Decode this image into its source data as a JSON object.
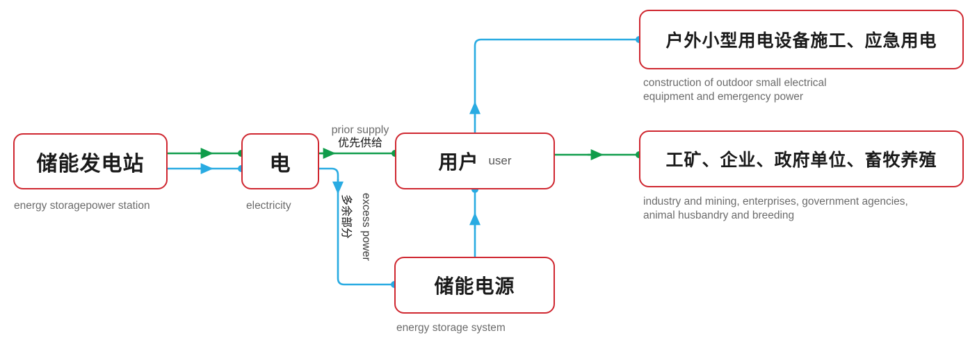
{
  "colors": {
    "box_border": "#cf262f",
    "flow_primary": "#0f9c4a",
    "flow_secondary": "#29abe2",
    "caption_text": "#6b6b6b",
    "node_text": "#1a1a1a",
    "background": "#ffffff"
  },
  "nodes": {
    "plant": {
      "cn": "储能发电站",
      "caption": "energy storagepower station"
    },
    "electricity": {
      "cn": "电",
      "caption": "electricity"
    },
    "user": {
      "cn": "用户",
      "en_inline": "user"
    },
    "storage": {
      "cn": "储能电源",
      "caption": "energy storage system"
    },
    "outdoor": {
      "cn": "户外小型用电设备施工、应急用电",
      "caption": "construction of outdoor small electrical\nequipment and emergency power"
    },
    "industry": {
      "cn": "工矿、企业、政府单位、畜牧养殖",
      "caption": "industry and mining, enterprises, government agencies,\nanimal husbandry and breeding"
    }
  },
  "edge_labels": {
    "prior_supply_en": "prior supply",
    "prior_supply_cn": "优先供给",
    "excess_power_en": "excess power",
    "excess_power_cn": "多余部分"
  },
  "flow": {
    "plant_to_elec_primary": "green",
    "plant_to_elec_secondary": "blue",
    "elec_to_user": "green",
    "elec_to_storage": "blue",
    "storage_to_user": "blue",
    "user_to_outdoor": "blue",
    "user_to_industry": "green"
  }
}
